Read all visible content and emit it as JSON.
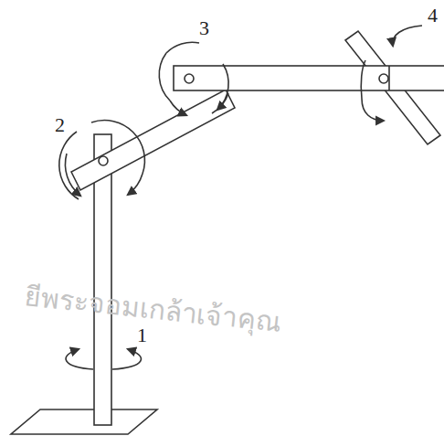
{
  "diagram": {
    "labels": [
      "1",
      "2",
      "3",
      "4",
      "ยีพระจอมเกล้าเจ้าคุณ"
    ]
  }
}
